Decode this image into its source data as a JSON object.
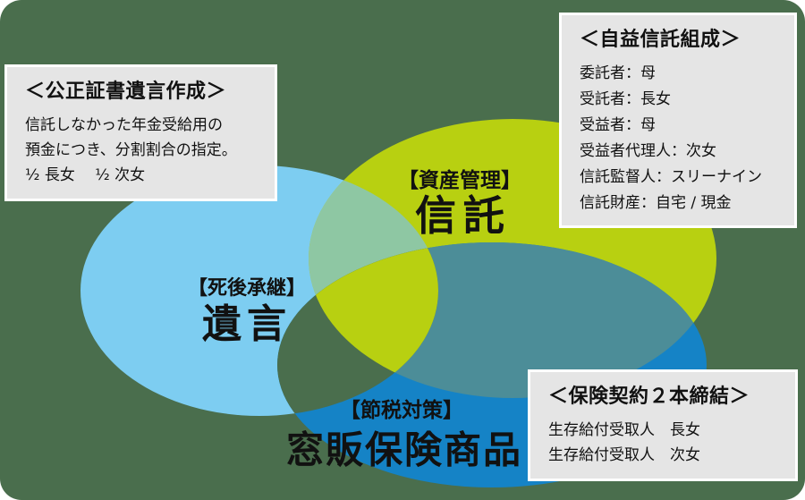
{
  "colors": {
    "background": "#4a6e4d",
    "box_bg": "#e5e5e5",
    "box_border": "#ffffff",
    "text": "#111111",
    "will_circle": "#7dcdf1",
    "trust_circle": "#b8d011",
    "insurance_circle": "#1583c6",
    "will_trust_overlap": "#8ec7a3",
    "trust_insurance_overlap": "#4c8d98",
    "will_insurance_overlap": "#4a6e4d",
    "triple_overlap": "#b8d011"
  },
  "venn": {
    "trust": {
      "tag": "【資産管理】",
      "name": "信託"
    },
    "will": {
      "tag": "【死後承継】",
      "name": "遺言"
    },
    "insurance": {
      "tag": "【節税対策】",
      "name": "窓販保険商品"
    }
  },
  "boxes": {
    "will": {
      "title": "＜公正証書遺言作成＞",
      "lines": [
        "信託しなかった年金受給用の",
        "預金につき、分割割合の指定。",
        "½ 長女　 ½ 次女"
      ]
    },
    "trust": {
      "title": "＜自益信託組成＞",
      "lines": [
        "委託者：母",
        "受託者：長女",
        "受益者：母",
        "受益者代理人：次女",
        "信託監督人：スリーナイン",
        "信託財産：自宅 / 現金"
      ]
    },
    "insurance": {
      "title": "＜保険契約２本締結＞",
      "lines": [
        "生存給付受取人　長女",
        "生存給付受取人　次女"
      ]
    }
  }
}
